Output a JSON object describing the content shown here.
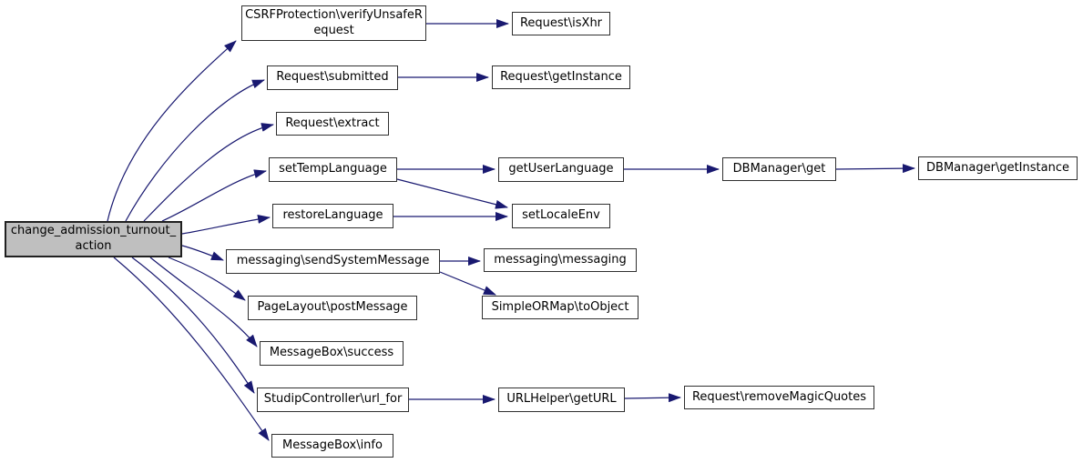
{
  "diagram": {
    "type": "call-graph",
    "root_function": "change_admission_turnout_action"
  },
  "colors": {
    "edge": "#191970",
    "node_fill": "#ffffff",
    "node_border": "#303030",
    "root_fill": "#bfbfbf",
    "text": "#000000",
    "background": "#ffffff"
  },
  "nodes": {
    "main": {
      "label": "change_admission_turnout_action"
    },
    "csrf": {
      "label": "CSRFProtection\\verifyUnsafeRequest"
    },
    "isXhr": {
      "label": "Request\\isXhr"
    },
    "submitted": {
      "label": "Request\\submitted"
    },
    "getInstance": {
      "label": "Request\\getInstance"
    },
    "extract": {
      "label": "Request\\extract"
    },
    "setTempLanguage": {
      "label": "setTempLanguage"
    },
    "getUserLanguage": {
      "label": "getUserLanguage"
    },
    "dbGet": {
      "label": "DBManager\\get"
    },
    "dbGetInstance": {
      "label": "DBManager\\getInstance"
    },
    "restoreLanguage": {
      "label": "restoreLanguage"
    },
    "setLocaleEnv": {
      "label": "setLocaleEnv"
    },
    "sendSystemMessage": {
      "label": "messaging\\sendSystemMessage"
    },
    "messagingMessaging": {
      "label": "messaging\\messaging"
    },
    "postMessage": {
      "label": "PageLayout\\postMessage"
    },
    "toObject": {
      "label": "SimpleORMap\\toObject"
    },
    "success": {
      "label": "MessageBox\\success"
    },
    "urlFor": {
      "label": "StudipController\\url_for"
    },
    "getUrl": {
      "label": "URLHelper\\getURL"
    },
    "removeMagicQuotes": {
      "label": "Request\\removeMagicQuotes"
    },
    "info": {
      "label": "MessageBox\\info"
    }
  },
  "edges": [
    {
      "from": "main",
      "to": "csrf"
    },
    {
      "from": "main",
      "to": "submitted"
    },
    {
      "from": "main",
      "to": "extract"
    },
    {
      "from": "main",
      "to": "setTempLanguage"
    },
    {
      "from": "main",
      "to": "restoreLanguage"
    },
    {
      "from": "main",
      "to": "sendSystemMessage"
    },
    {
      "from": "main",
      "to": "postMessage"
    },
    {
      "from": "main",
      "to": "success"
    },
    {
      "from": "main",
      "to": "urlFor"
    },
    {
      "from": "main",
      "to": "info"
    },
    {
      "from": "csrf",
      "to": "isXhr"
    },
    {
      "from": "submitted",
      "to": "getInstance"
    },
    {
      "from": "setTempLanguage",
      "to": "getUserLanguage"
    },
    {
      "from": "setTempLanguage",
      "to": "setLocaleEnv"
    },
    {
      "from": "restoreLanguage",
      "to": "setLocaleEnv"
    },
    {
      "from": "getUserLanguage",
      "to": "dbGet"
    },
    {
      "from": "dbGet",
      "to": "dbGetInstance"
    },
    {
      "from": "sendSystemMessage",
      "to": "messagingMessaging"
    },
    {
      "from": "sendSystemMessage",
      "to": "toObject"
    },
    {
      "from": "urlFor",
      "to": "getUrl"
    },
    {
      "from": "getUrl",
      "to": "removeMagicQuotes"
    }
  ]
}
